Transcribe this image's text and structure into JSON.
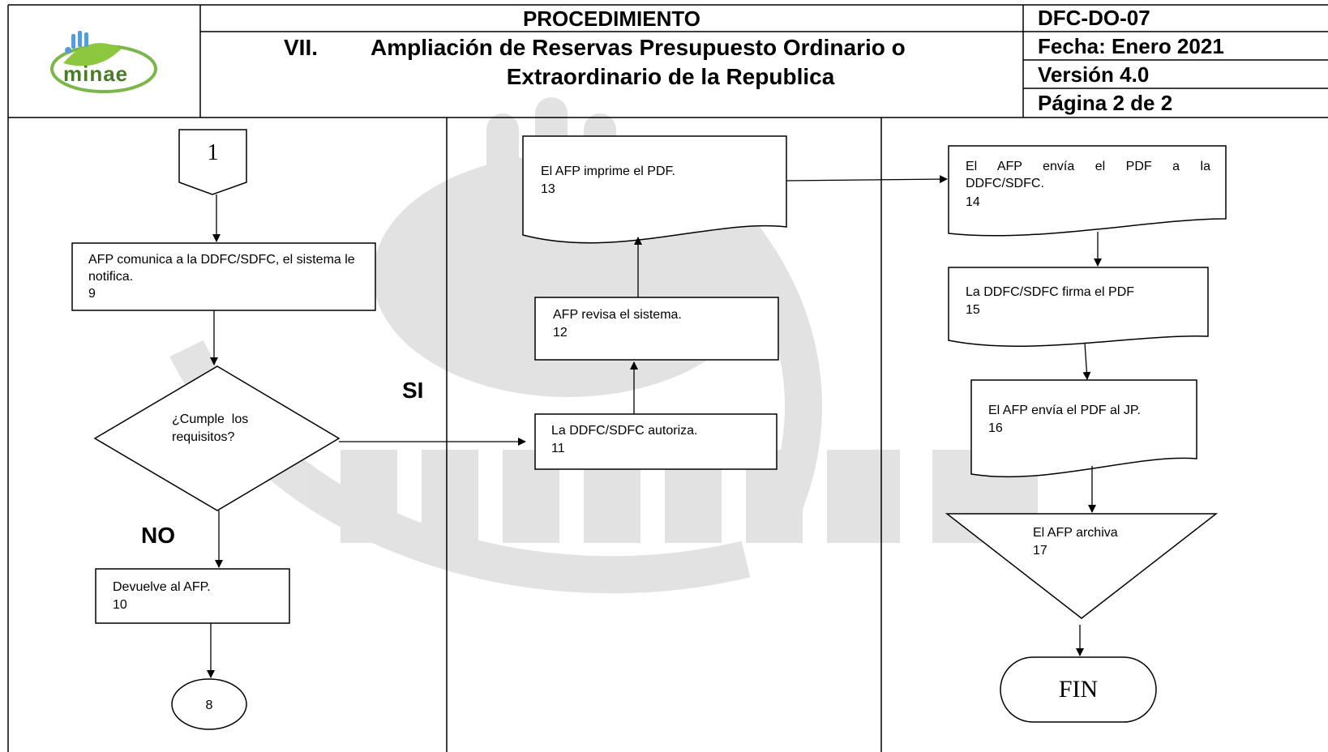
{
  "header": {
    "logo_text": "minae",
    "procedure_label": "PROCEDIMIENTO",
    "section_number": "VII.",
    "title_line1": "Ampliación de Reservas Presupuesto Ordinario o",
    "title_line2": "Extraordinario de la Republica",
    "code": "DFC-DO-07",
    "date": "Fecha: Enero 2021",
    "version": "Versión 4.0",
    "page": "Página 2 de 2"
  },
  "watermark": {
    "text": "minae"
  },
  "flow": {
    "connector_start": "1",
    "step9": {
      "text": "AFP comunica a la DDFC/SDFC, el sistema le notifica.",
      "number": "9"
    },
    "decision": {
      "text_line1": "¿Cumple  los",
      "text_line2": "requisitos?"
    },
    "label_yes": "SI",
    "label_no": "NO",
    "step10": {
      "text": "Devuelve al AFP.",
      "number": "10"
    },
    "connector_end": "8",
    "step11": {
      "text": "La DDFC/SDFC autoriza.",
      "number": "11"
    },
    "step12": {
      "text": "AFP revisa el sistema.",
      "number": "12"
    },
    "step13": {
      "text": "El AFP imprime el PDF.",
      "number": "13"
    },
    "step14": {
      "text": "El  AFP  envía  el  PDF  a  la DDFC/SDFC.",
      "number": "14"
    },
    "step15": {
      "text": "La DDFC/SDFC firma el PDF",
      "number": "15"
    },
    "step16": {
      "text": "El AFP envía el PDF al JP.",
      "number": "16"
    },
    "step17": {
      "text": "El AFP archiva",
      "number": "17"
    },
    "end_label": "FIN"
  }
}
